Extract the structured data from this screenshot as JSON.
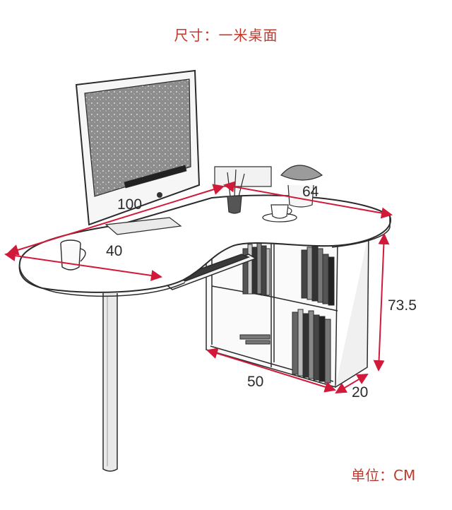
{
  "title": "尺寸：一米桌面",
  "unit_label": "单位：CM",
  "dimensions": {
    "desk_length": "100",
    "desk_depth": "40",
    "return_length": "64",
    "height": "73.5",
    "cabinet_width": "50",
    "cabinet_depth": "20"
  },
  "colors": {
    "text": "#c0392b",
    "arrow": "#d11a3a",
    "line": "#2b2b2b"
  }
}
